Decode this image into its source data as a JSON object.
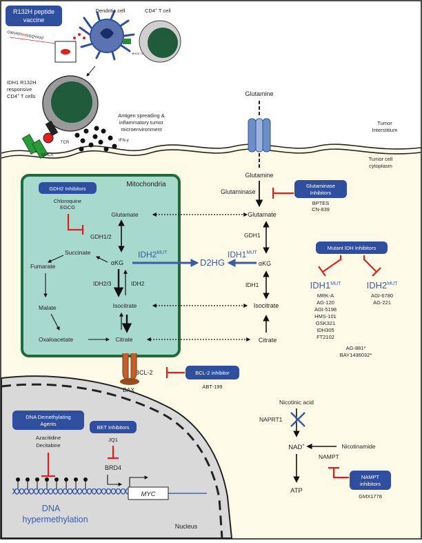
{
  "immune": {
    "vaccine_label_1": "R132H peptide",
    "vaccine_label_2": "vaccine",
    "peptide_prefix": "GWVKPI",
    "peptide_mut": "IH",
    "peptide_suffix": "GDQYRAT",
    "dendritic_cell": "Dendritic cell",
    "cd4_t_cell": "CD4",
    "cd4_t_cell_suffix": " T cell",
    "sup_plus": "+",
    "responsive_1": "IDH1 R132H",
    "responsive_2": "responsive",
    "responsive_3": "CD4",
    "responsive_3_suffix": " T cells",
    "mhcii": "MHCII",
    "tcr": "TCR",
    "ifn": "IFN-γ",
    "antigen_1": "Antigen spreading &",
    "antigen_2": "inflammatory tumor",
    "antigen_3": "microenvironment"
  },
  "membrane": {
    "glutamine_top": "Glutamine",
    "interstitium_1": "Tumor",
    "interstitium_2": "Interstitium",
    "cytoplasm_1": "Tumor cell",
    "cytoplasm_2": "cytoplasm"
  },
  "mito": {
    "title": "Mitochondria",
    "gdh2_box": "GDH2 Inhibitors",
    "chloroquine": "Chloroquine",
    "egcg": "EGCG",
    "glutamate": "Glutamate",
    "gdh12": "GDH1/2",
    "succinate": "Succinate",
    "akg": "αKG",
    "fumarate": "Fumarate",
    "idh23": "IDH2/3",
    "idh2": "IDH2",
    "malate": "Malate",
    "isocitrate": "Isocitrate",
    "oxaloacetate": "Oxaloacetate",
    "citrate": "Citrate"
  },
  "central": {
    "idh2mut": "IDH2",
    "mut": "MUT",
    "d2hg": "D2HG",
    "idh1mut": "IDH1"
  },
  "cyto": {
    "glutamine": "Glutamine",
    "glutaminase": "Glutaminase",
    "glutaminase_box_1": "Glutaminase",
    "glutaminase_box_2": "Inhibitors",
    "bptes": "BPTES",
    "cn839": "CN-839",
    "glutamate": "Glutamate",
    "gdh1": "GDH1",
    "akg": "αKG",
    "idh1": "IDH1",
    "isocitrate": "Isocitrate",
    "citrate": "Citrate"
  },
  "mutant_idh": {
    "box": "Mutant IDH Inhibitors",
    "idh1": "IDH1",
    "idh2": "IDH2",
    "mut": "MUT",
    "idh1_drugs": [
      "MRK-A",
      "AG-120",
      "AGI-5198",
      "HMS-101",
      "GSK321",
      "IDH305",
      "FT2102"
    ],
    "idh2_drugs": [
      "AGI-6780",
      "AG-221"
    ],
    "dual_drugs": [
      "AG-881*",
      "BAY1436032*"
    ]
  },
  "bcl2": {
    "bcl2": "BCL-2",
    "bax": "BAX",
    "box": "BCL-2 inhibitor",
    "drug": "ABT-199"
  },
  "nucleus": {
    "dnmt_box_1": "DNA Demethylating",
    "dnmt_box_2": "Agents",
    "azacitidine": "Azacitidine",
    "decitabine": "Decitabine",
    "bet_box": "BET Inhibitors",
    "jq1": "JQ1",
    "brd4": "BRD4",
    "myc": "MYC",
    "dna_1": "DNA",
    "dna_2": "hypermethylation",
    "nucleus": "Nucleus"
  },
  "nad": {
    "nicotinic": "Nicotinic acid",
    "naprt1": "NAPRT1",
    "nad": "NAD",
    "nicotinamide": "Nicotinamide",
    "nampt": "NAMPT",
    "atp": "ATP",
    "box_1": "NAMPT",
    "box_2": "inhibitors",
    "drug": "GMX1778"
  },
  "colors": {
    "box_fill": "#2f4f9e",
    "idh_blue": "#3a5ba6",
    "inhibit_red": "#e02020",
    "mito_fill": "#a7d9cc",
    "mito_border": "#1f6b3e",
    "cytoplasm": "#fdfbe8",
    "nucleus_fill": "#d9d9d9",
    "cell_green": "#1f5a3b"
  }
}
